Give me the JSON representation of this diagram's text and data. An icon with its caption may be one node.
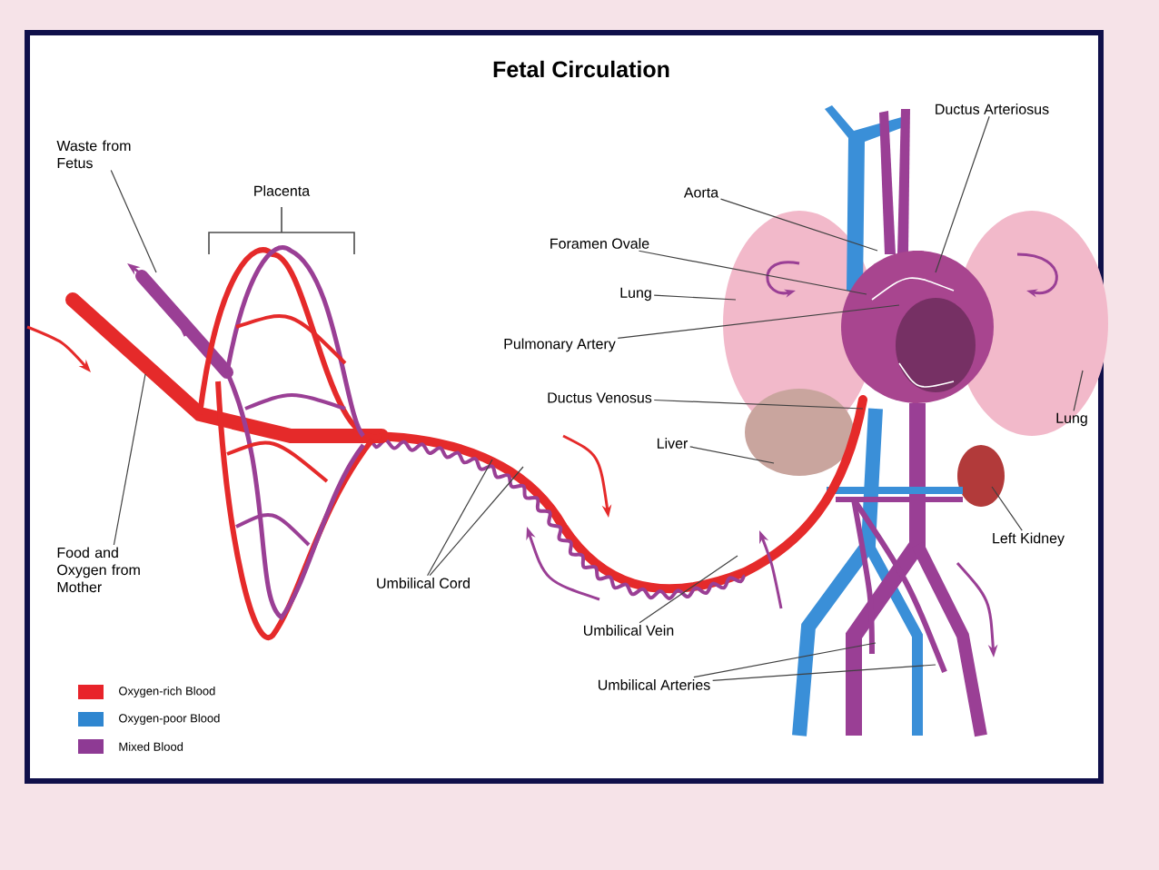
{
  "diagram": {
    "title": "Fetal Circulation",
    "nodes": [
      {
        "text": [
          "Waste from Fetus"
        ]
      },
      {
        "text": [
          "Food and Oxygen from Mother"
        ]
      },
      {
        "text": [
          "Umbilical Cord"
        ]
      },
      {
        "text": [
          "Ductus Arteriosus"
        ]
      },
      {
        "text": [
          "Aorta"
        ]
      },
      {
        "text": [
          "Foramen Ovale"
        ]
      },
      {
        "text": [
          "Lung"
        ]
      },
      {
        "text": [
          "Pulmonary Artery"
        ]
      },
      {
        "text": [
          "Ductus Venosus"
        ]
      },
      {
        "text": [
          "Liver"
        ]
      },
      {
        "text": [
          "Lung"
        ]
      },
      {
        "text": [
          "Left Kidney"
        ]
      },
      {
        "text": [
          "Umbilical Vein"
        ]
      },
      {
        "text": [
          "Umbilical Arteries"
        ]
      }
    ],
    "edges": [
      {
        "from": 0,
        "to": null,
        "arrow": "none"
      },
      {
        "from": 1,
        "to": null,
        "arrow": "none"
      },
      {
        "from": 2,
        "to": null,
        "arrow": "none"
      },
      {
        "from": 2,
        "to": null,
        "arrow": "none"
      },
      {
        "from": 3,
        "to": null,
        "arrow": "none"
      },
      {
        "from": 4,
        "to": null,
        "arrow": "none"
      },
      {
        "from": 5,
        "to": null,
        "arrow": "none"
      },
      {
        "from": 6,
        "to": null,
        "arrow": "none"
      },
      {
        "from": 7,
        "to": null,
        "arrow": "none"
      },
      {
        "from": 8,
        "to": null,
        "arrow": "none"
      },
      {
        "from": 9,
        "to": null,
        "arrow": "none"
      },
      {
        "from": 10,
        "to": null,
        "arrow": "none"
      },
      {
        "from": 11,
        "to": null,
        "arrow": "none"
      },
      {
        "from": 12,
        "to": null,
        "arrow": "none"
      },
      {
        "from": 13,
        "to": null,
        "arrow": "none"
      },
      {
        "from": 13,
        "to": null,
        "arrow": "none"
      }
    ],
    "labels": [
      "Placenta"
    ],
    "legend": [
      {
        "text": "Oxygen-rich Blood",
        "color": "#e8232a"
      },
      {
        "text": "Oxygen-poor Blood",
        "color": "#2f86d0"
      },
      {
        "text": "Mixed Blood",
        "color": "#8e3a94"
      }
    ]
  }
}
